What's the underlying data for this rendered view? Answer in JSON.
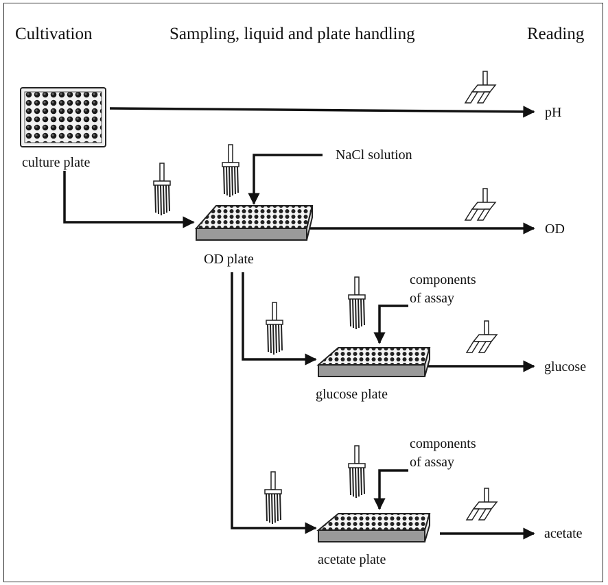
{
  "headers": {
    "cultivation": "Cultivation",
    "sampling": "Sampling, liquid and plate handling",
    "reading": "Reading"
  },
  "plates": {
    "culture": "culture plate",
    "od": "OD plate",
    "glucose": "glucose plate",
    "acetate": "acetate plate"
  },
  "inputs": {
    "nacl": "NaCl solution",
    "assay_components_line1": "components",
    "assay_components_line2": "of assay"
  },
  "readouts": {
    "ph": "pH",
    "od": "OD",
    "glucose": "glucose",
    "acetate": "acetate"
  },
  "icons": {
    "pipette": "multichannel-pipette-icon",
    "probe": "reader-probe-icon",
    "plate": "microplate-icon"
  },
  "colors": {
    "ink": "#111111",
    "plate_side": "#9a9a9a",
    "plate_top": "#ffffff"
  }
}
